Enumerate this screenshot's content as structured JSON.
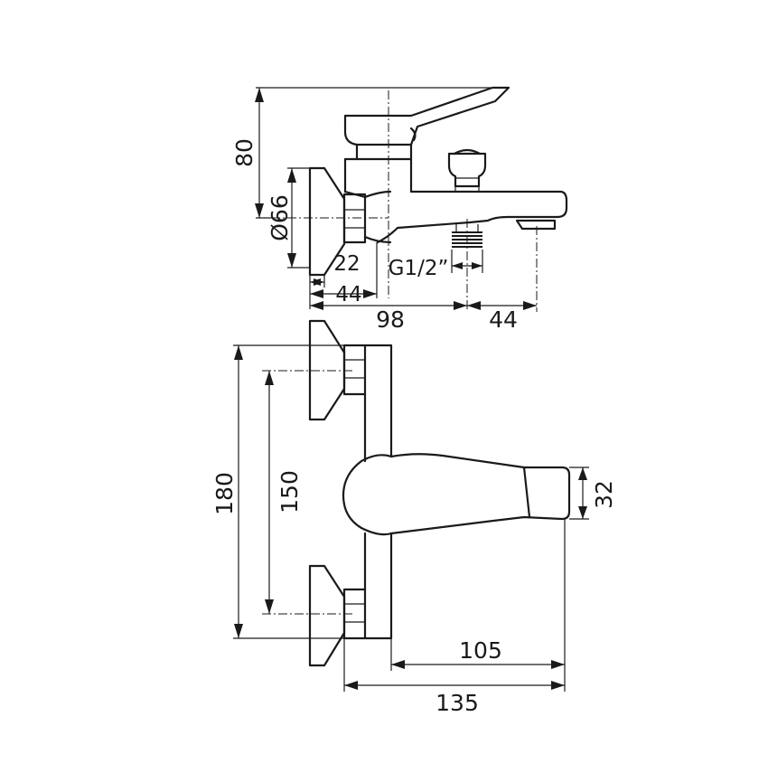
{
  "diagram": {
    "views": [
      "side",
      "front"
    ],
    "dimensions": {
      "height_80": "80",
      "diameter_66": "Ø66",
      "depth_22": "22",
      "thread": "G1/2”",
      "depth_44_a": "44",
      "length_98": "98",
      "spout_44": "44",
      "width_180": "180",
      "centers_150": "150",
      "spout_32": "32",
      "reach_105": "105",
      "reach_135": "135"
    }
  }
}
